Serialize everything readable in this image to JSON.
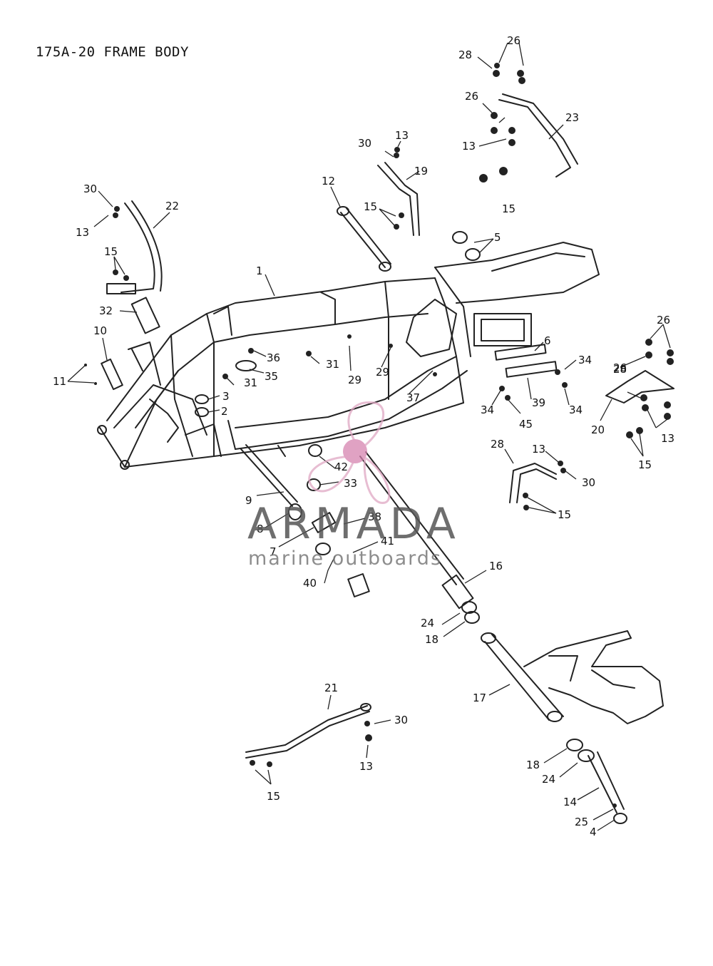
{
  "title": "175A-20 FRAME BODY",
  "watermark": {
    "brand": "ARMADA",
    "subtitle": "marine outboards",
    "colors": {
      "logo_pink": "#e0a7c3",
      "logo_dark": "#d683b0",
      "text_gray": "#5a5a5a"
    }
  },
  "callouts": [
    {
      "id": "c1",
      "label": "1"
    },
    {
      "id": "c2",
      "label": "2"
    },
    {
      "id": "c3",
      "label": "3"
    },
    {
      "id": "c4",
      "label": "4"
    },
    {
      "id": "c5",
      "label": "5"
    },
    {
      "id": "c6",
      "label": "6"
    },
    {
      "id": "c7",
      "label": "7"
    },
    {
      "id": "c8",
      "label": "8"
    },
    {
      "id": "c9",
      "label": "9"
    },
    {
      "id": "c10",
      "label": "10"
    },
    {
      "id": "c11",
      "label": "11"
    },
    {
      "id": "c12",
      "label": "12"
    },
    {
      "id": "c13a",
      "label": "13"
    },
    {
      "id": "c13b",
      "label": "13"
    },
    {
      "id": "c13c",
      "label": "13"
    },
    {
      "id": "c13d",
      "label": "13"
    },
    {
      "id": "c13e",
      "label": "13"
    },
    {
      "id": "c13f",
      "label": "13"
    },
    {
      "id": "c14",
      "label": "14"
    },
    {
      "id": "c15a",
      "label": "15"
    },
    {
      "id": "c15b",
      "label": "15"
    },
    {
      "id": "c15c",
      "label": "15"
    },
    {
      "id": "c15d",
      "label": "15"
    },
    {
      "id": "c15e",
      "label": "15"
    },
    {
      "id": "c15f",
      "label": "15"
    },
    {
      "id": "c16",
      "label": "16"
    },
    {
      "id": "c17",
      "label": "17"
    },
    {
      "id": "c18a",
      "label": "18"
    },
    {
      "id": "c18b",
      "label": "18"
    },
    {
      "id": "c19",
      "label": "19"
    },
    {
      "id": "c20",
      "label": "20"
    },
    {
      "id": "c21",
      "label": "21"
    },
    {
      "id": "c22",
      "label": "22"
    },
    {
      "id": "c23",
      "label": "23"
    },
    {
      "id": "c24a",
      "label": "24"
    },
    {
      "id": "c24b",
      "label": "24"
    },
    {
      "id": "c25",
      "label": "25"
    },
    {
      "id": "c26a",
      "label": "26"
    },
    {
      "id": "c26b",
      "label": "26"
    },
    {
      "id": "c26c",
      "label": "26"
    },
    {
      "id": "c26d",
      "label": "26"
    },
    {
      "id": "c28a",
      "label": "28"
    },
    {
      "id": "c28b",
      "label": "28"
    },
    {
      "id": "c28c",
      "label": "28"
    },
    {
      "id": "c29a",
      "label": "29"
    },
    {
      "id": "c29b",
      "label": "29"
    },
    {
      "id": "c30a",
      "label": "30"
    },
    {
      "id": "c30b",
      "label": "30"
    },
    {
      "id": "c30c",
      "label": "30"
    },
    {
      "id": "c30d",
      "label": "30"
    },
    {
      "id": "c31a",
      "label": "31"
    },
    {
      "id": "c31b",
      "label": "31"
    },
    {
      "id": "c32",
      "label": "32"
    },
    {
      "id": "c33",
      "label": "33"
    },
    {
      "id": "c34a",
      "label": "34"
    },
    {
      "id": "c34b",
      "label": "34"
    },
    {
      "id": "c34c",
      "label": "34"
    },
    {
      "id": "c35",
      "label": "35"
    },
    {
      "id": "c36",
      "label": "36"
    },
    {
      "id": "c37",
      "label": "37"
    },
    {
      "id": "c38",
      "label": "38"
    },
    {
      "id": "c39",
      "label": "39"
    },
    {
      "id": "c40",
      "label": "40"
    },
    {
      "id": "c41",
      "label": "41"
    },
    {
      "id": "c42",
      "label": "42"
    },
    {
      "id": "c45",
      "label": "45"
    }
  ]
}
